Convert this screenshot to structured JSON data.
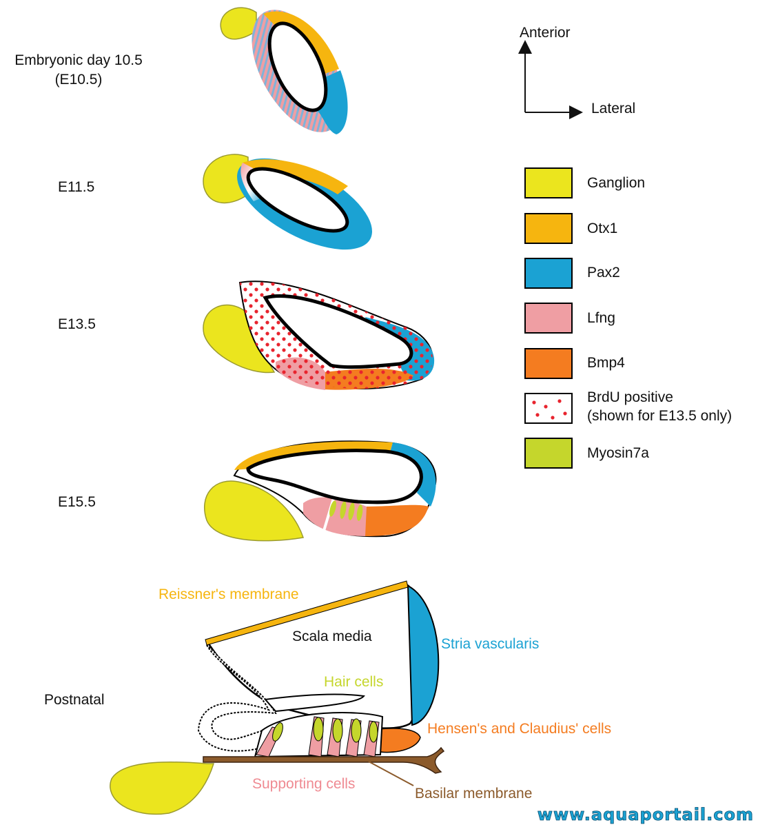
{
  "stages": {
    "e10": {
      "line1": "Embryonic day 10.5",
      "line2": "(E10.5)"
    },
    "e11": "E11.5",
    "e13": "E13.5",
    "e15": "E15.5",
    "postnatal": "Postnatal"
  },
  "orientation": {
    "up": "Anterior",
    "right": "Lateral"
  },
  "legend": [
    {
      "label": "Ganglion",
      "color": "#ebe51e"
    },
    {
      "label": "Otx1",
      "color": "#f6b50f"
    },
    {
      "label": "Pax2",
      "color": "#1ba2d3"
    },
    {
      "label": "Lfng",
      "color": "#ef9ea3"
    },
    {
      "label": "Bmp4",
      "color": "#f47c20"
    },
    {
      "label": "BrdU positive",
      "label2": "(shown for E13.5 only)",
      "color": "#e8242e"
    },
    {
      "label": "Myosin7a",
      "color": "#c5d62c"
    }
  ],
  "postnatal_labels": {
    "reissner": "Reissner's membrane",
    "scala": "Scala media",
    "stria": "Stria vascularis",
    "hair": "Hair cells",
    "hensen": "Hensen's and Claudius' cells",
    "supporting": "Supporting cells",
    "basilar": "Basilar membrane"
  },
  "label_colors": {
    "reissner": "#f6b50f",
    "stria": "#1ba2d3",
    "hair": "#c5d62c",
    "hensen": "#f47c20",
    "supporting": "#ef8a92",
    "basilar": "#8b5a2b"
  },
  "watermark": "www.aquaportail.com"
}
